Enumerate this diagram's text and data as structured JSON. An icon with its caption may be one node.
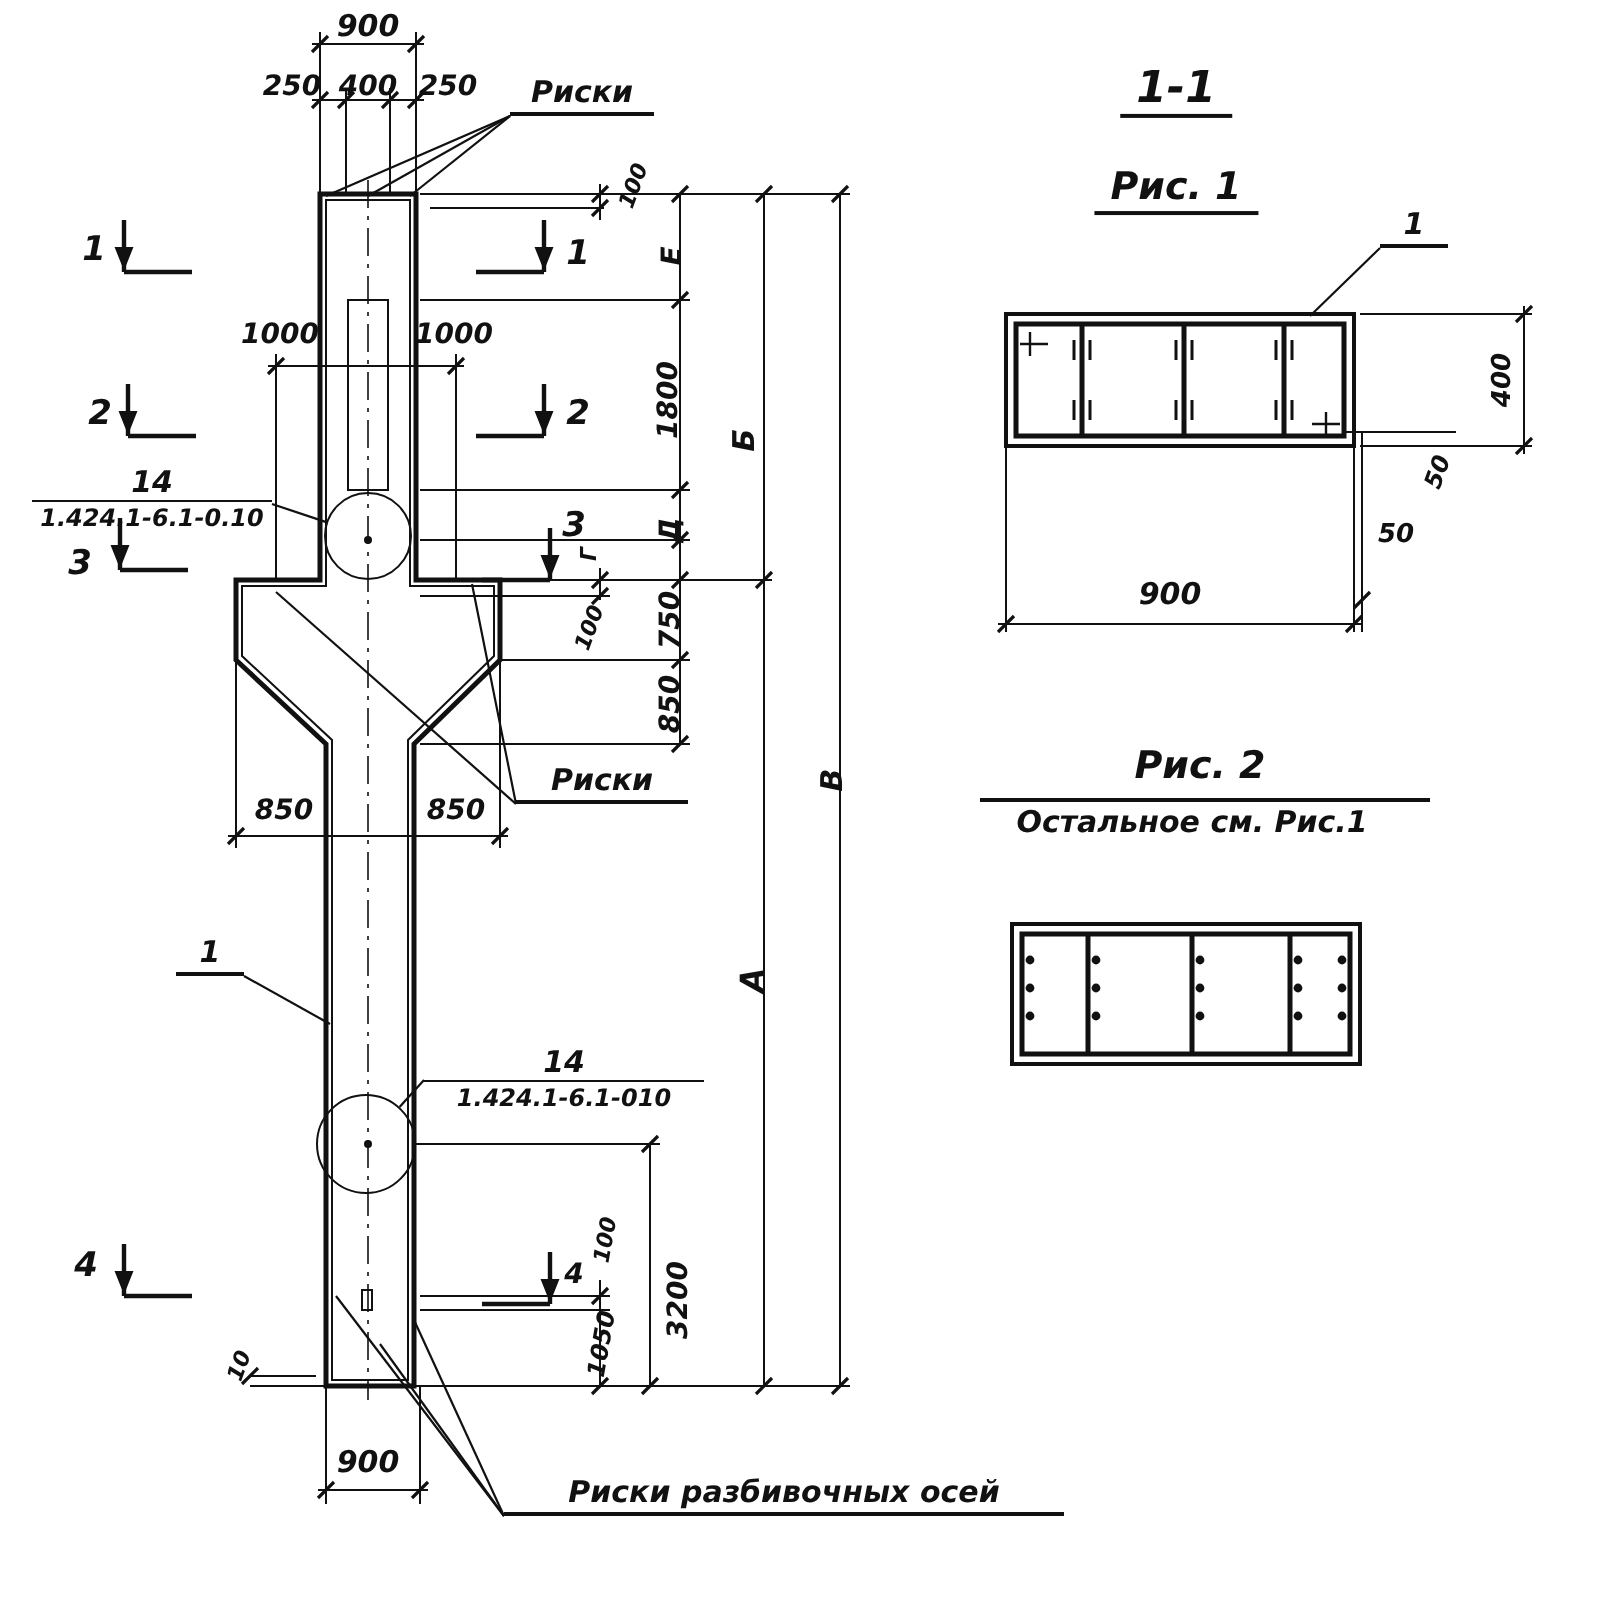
{
  "diagram": {
    "nodes": [
      {
        "text": [
          "Риски"
        ]
      },
      {
        "text": [
          "14",
          "1.424.1-6.1-0.10"
        ]
      },
      {
        "text": [],
        "shape": "circle"
      },
      {
        "text": [
          "Риски"
        ]
      },
      {
        "text": [
          "1"
        ]
      },
      {
        "text": [
          "14",
          "1.424.1-6.1-010"
        ]
      },
      {
        "text": [],
        "shape": "circle"
      },
      {
        "text": [
          "Риски разбивочных осей"
        ]
      },
      {
        "text": [
          "1"
        ]
      }
    ],
    "edges": [
      {
        "from": 0,
        "to": null,
        "arrow": "none"
      },
      {
        "from": 0,
        "to": null,
        "arrow": "none"
      },
      {
        "from": 0,
        "to": null,
        "arrow": "none"
      },
      {
        "from": 1,
        "to": 2,
        "arrow": "none"
      },
      {
        "from": 3,
        "to": null,
        "arrow": "none"
      },
      {
        "from": 3,
        "to": null,
        "arrow": "none"
      },
      {
        "from": 4,
        "to": null,
        "arrow": "none"
      },
      {
        "from": 5,
        "to": 6,
        "arrow": "none"
      },
      {
        "from": 7,
        "to": null,
        "arrow": "none"
      },
      {
        "from": 7,
        "to": null,
        "arrow": "none"
      },
      {
        "from": 7,
        "to": null,
        "arrow": "none"
      },
      {
        "from": 8,
        "to": null,
        "arrow": "none"
      }
    ],
    "labels": [
      "900",
      "250",
      "400",
      "250",
      "1-1",
      "1",
      "100",
      "Е",
      "1",
      "Рис. 1",
      "1000",
      "1000",
      "1800",
      "Б",
      "2",
      "2",
      "400",
      "50",
      "3",
      "3",
      "Д",
      "Г",
      "50",
      "100",
      "750",
      "900",
      "850",
      "850",
      "850",
      "Рис. 2",
      "Остальное см. Рис.1",
      "В",
      "А",
      "4",
      "100",
      "4",
      "3200",
      "1050",
      "10",
      "900"
    ]
  }
}
